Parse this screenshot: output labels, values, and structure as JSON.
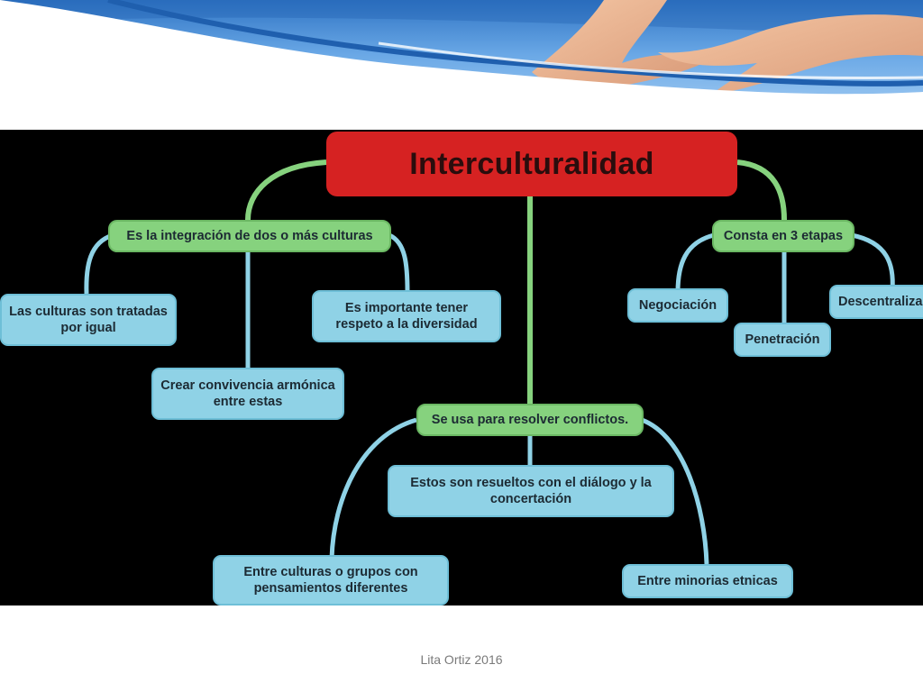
{
  "diagram": {
    "root": "Interculturalidad",
    "branch_left": {
      "label": "Es la integración de dos o más culturas",
      "children": [
        "Las culturas son tratadas por igual",
        "Crear convivencia armónica entre estas",
        "Es importante tener respeto a la diversidad"
      ]
    },
    "branch_right": {
      "label": "Consta en 3 etapas",
      "children": [
        "Negociación",
        "Penetración",
        "Descentraliza"
      ]
    },
    "branch_bottom": {
      "label": "Se usa para resolver conflictos.",
      "children": [
        "Estos son resueltos con el diálogo y la concertación",
        "Entre culturas o grupos con pensamientos diferentes",
        "Entre minorias etnicas"
      ]
    }
  },
  "footer": {
    "text": "Lita Ortiz 2016"
  },
  "colors": {
    "root": "#d62222",
    "branch": "#86d27e",
    "leaf": "#8fd2e6",
    "background": "#000000"
  }
}
